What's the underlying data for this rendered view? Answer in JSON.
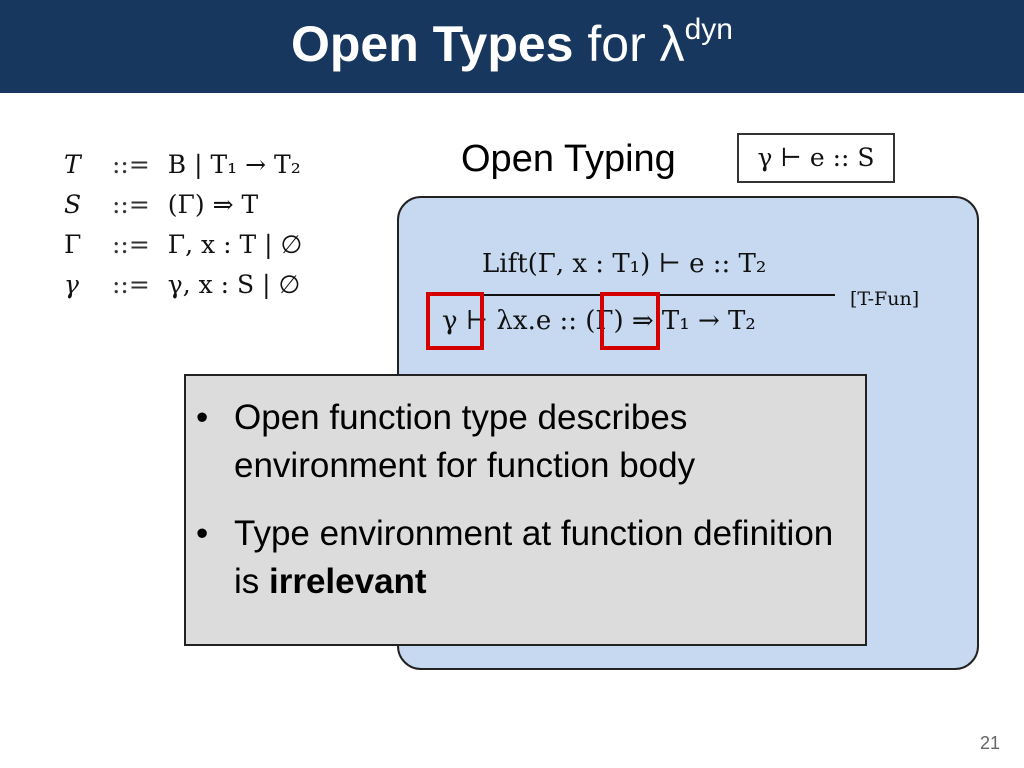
{
  "slide": {
    "title_bold": "Open Types",
    "title_rest": " for λ",
    "title_sup": "dyn",
    "page_number": "21"
  },
  "grammar": {
    "rows": [
      {
        "lhs": "T",
        "def": "::=",
        "rhs": "B | T₁ → T₂"
      },
      {
        "lhs": "S",
        "def": "::=",
        "rhs": "(Γ) ⇒ T"
      },
      {
        "lhs": "Γ",
        "def": "::=",
        "rhs": "Γ, x : T | ∅"
      },
      {
        "lhs": "γ",
        "def": "::=",
        "rhs": "γ, x : S | ∅"
      }
    ]
  },
  "typing": {
    "label": "Open Typing",
    "judgment": "γ ⊢ e :: S"
  },
  "rule": {
    "premise": "Lift(Γ, x : T₁) ⊢ e :: T₂",
    "conclusion": "γ ⊢ λx.e :: (Γ) ⇒ T₁ → T₂",
    "name": "[T-Fun]",
    "highlight_color": "#d40000"
  },
  "notes": {
    "bullet_char": "•",
    "items": [
      {
        "text": "Open function type describes environment for function body",
        "emphasis": ""
      },
      {
        "text": "Type environment at function definition is ",
        "emphasis": "irrelevant"
      }
    ]
  },
  "colors": {
    "title_bar": "#17375e",
    "rule_panel": "#c6d9f0",
    "note_box": "#dcdcdc"
  }
}
